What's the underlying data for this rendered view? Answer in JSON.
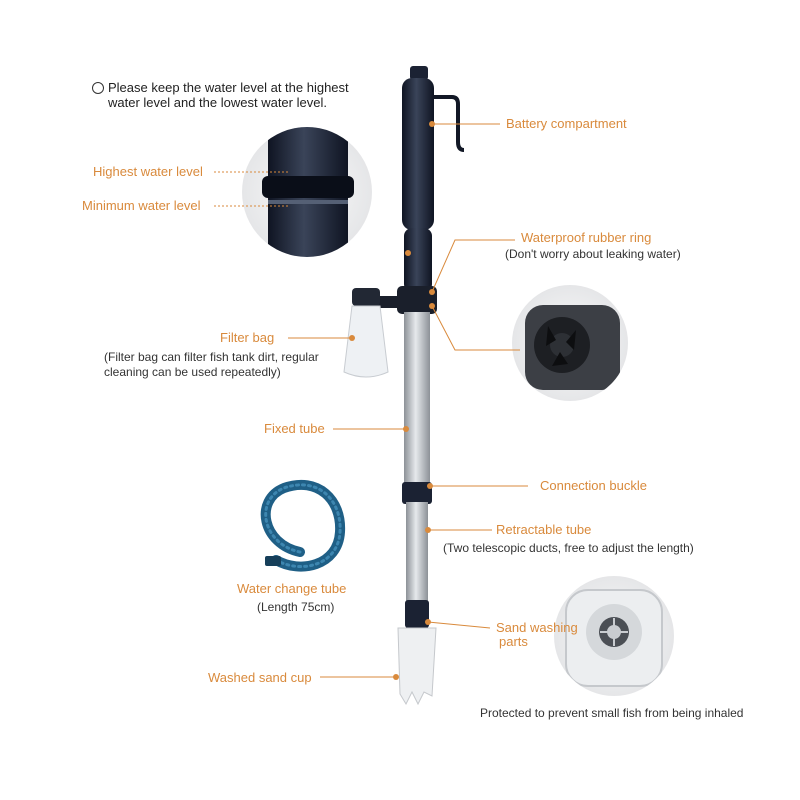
{
  "notice": {
    "line1": "Please keep the water level at the highest",
    "line2": "water level and the lowest water level."
  },
  "labels": {
    "battery": "Battery compartment",
    "highest_water": "Highest water level",
    "minimum_water": "Minimum water level",
    "waterproof": "Waterproof rubber ring",
    "waterproof_note": "(Don't worry about leaking water)",
    "filter_bag": "Filter bag",
    "filter_note_1": "(Filter bag can filter fish tank dirt, regular",
    "filter_note_2": "cleaning can be used repeatedly)",
    "fixed_tube": "Fixed tube",
    "connection": "Connection buckle",
    "retractable": "Retractable tube",
    "retractable_note": "(Two telescopic ducts, free to adjust the length)",
    "water_change": "Water change tube",
    "water_change_note": "(Length 75cm)",
    "sand_1": "Sand washing",
    "sand_2": "parts",
    "washed_cup": "Washed sand cup",
    "protected": "Protected to prevent small fish from being inhaled"
  },
  "colors": {
    "label_orange": "#d98a3c",
    "device_dark": "#1b2233",
    "tube_silver": "#c4c8cc",
    "hose_blue": "#1f5f86"
  },
  "icons": {
    "notice": "circle-bullet-icon"
  }
}
